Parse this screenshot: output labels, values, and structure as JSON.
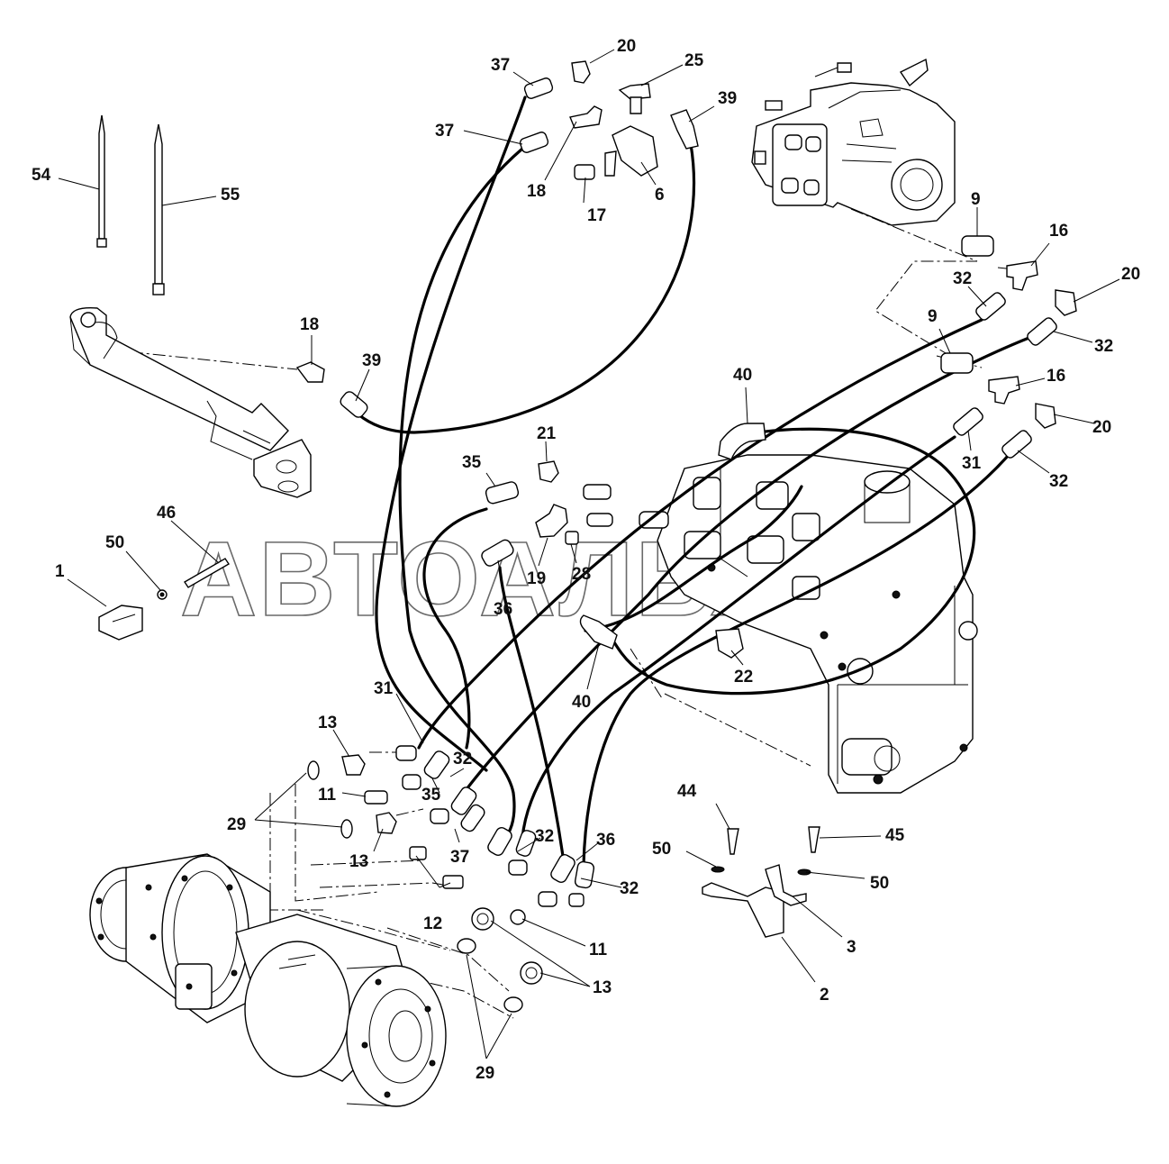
{
  "watermark": "АВТОАЛЬЯНС",
  "callouts": [
    "54",
    "55",
    "37",
    "20",
    "25",
    "39",
    "37",
    "18",
    "17",
    "6",
    "9",
    "16",
    "20",
    "32",
    "9",
    "32",
    "16",
    "20",
    "40",
    "18",
    "39",
    "21",
    "35",
    "31",
    "32",
    "46",
    "50",
    "1",
    "19",
    "28",
    "36",
    "22",
    "40",
    "13",
    "31",
    "32",
    "11",
    "35",
    "29",
    "13",
    "37",
    "12",
    "32",
    "36",
    "32",
    "44",
    "45",
    "50",
    "50",
    "3",
    "11",
    "2",
    "13",
    "29"
  ],
  "icons": {
    "pump": "hydraulic-pump-icon",
    "cylinder": "hydraulic-cylinder-icon",
    "valve_block": "valve-block-icon",
    "axle": "drive-axle-icon",
    "cable_tie": "cable-tie-icon"
  }
}
